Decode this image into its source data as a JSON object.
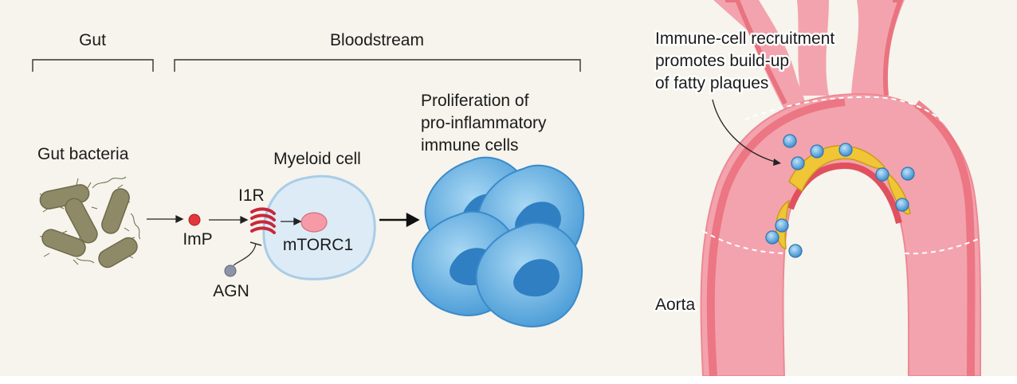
{
  "sections": {
    "gut": "Gut",
    "bloodstream": "Bloodstream"
  },
  "labels": {
    "gut_bacteria": "Gut bacteria",
    "imp": "ImP",
    "i1r": "I1R",
    "agn": "AGN",
    "myeloid_cell": "Myeloid cell",
    "mtorc1": "mTORC1",
    "proliferation": [
      "Proliferation of",
      "pro-inflammatory",
      "immune cells"
    ],
    "recruitment": [
      "Immune-cell recruitment",
      "promotes build-up",
      "of fatty plaques"
    ],
    "aorta": "Aorta"
  },
  "colors": {
    "background": "#f6f4ec",
    "bacteria": "#8e8a68",
    "imp_dot": "#e2373d",
    "agn_dot": "#8f93a8",
    "receptor": "#c8283a",
    "myeloid_cell": "#dcebf6",
    "nucleus": "#f59aa6",
    "immune_cell": "#5fb0e4",
    "aorta": "#f3a3ad",
    "plaque": "#f0c536"
  }
}
